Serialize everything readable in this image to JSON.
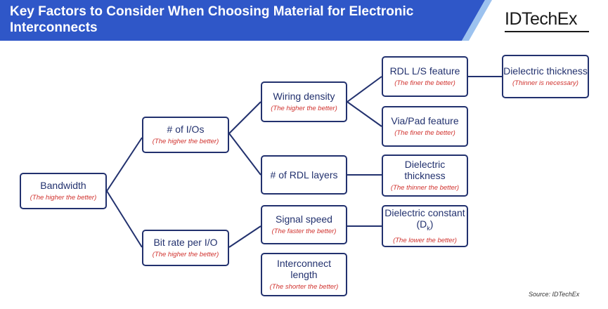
{
  "header": {
    "title": "Key Factors to Consider When Choosing Material for Electronic Interconnects",
    "logo": "IDTechEx",
    "band_color": "#2f57c8",
    "stripe_color": "#9cc2ef"
  },
  "colors": {
    "node_border": "#22316e",
    "node_text": "#22316e",
    "note_text": "#d0312d",
    "connector": "#22316e"
  },
  "nodes": {
    "bandwidth": {
      "title": "Bandwidth",
      "note": "(The higher the better)"
    },
    "ios": {
      "title": "# of I/Os",
      "note": "(The higher the better)"
    },
    "bitrate": {
      "title": "Bit rate per I/O",
      "note": "(The higher the better)"
    },
    "wiring": {
      "title": "Wiring density",
      "note": "(The higher the better)"
    },
    "rdl_layers": {
      "title": "# of RDL layers",
      "note": ""
    },
    "signal_speed": {
      "title": "Signal speed",
      "note": "(The faster the better)"
    },
    "interconnect_length": {
      "title": "Interconnect length",
      "note": "(The shorter the better)"
    },
    "rdl_ls": {
      "title": "RDL L/S feature",
      "note": "(The finer the better)"
    },
    "via_pad": {
      "title": "Via/Pad feature",
      "note": "(The finer the better)"
    },
    "dielectric_thickness_rdl": {
      "title": "Dielectric thickness",
      "note": "(The thinner the better)"
    },
    "dielectric_constant": {
      "title_main": "Dielectric constant (D",
      "title_sub": "k",
      "title_end": ")",
      "note": "(The lower the better)"
    },
    "dielectric_thickness_top": {
      "title": "Dielectric thickness",
      "note": "(Thinner is necessary)"
    }
  },
  "source": "Source: IDTechEx"
}
